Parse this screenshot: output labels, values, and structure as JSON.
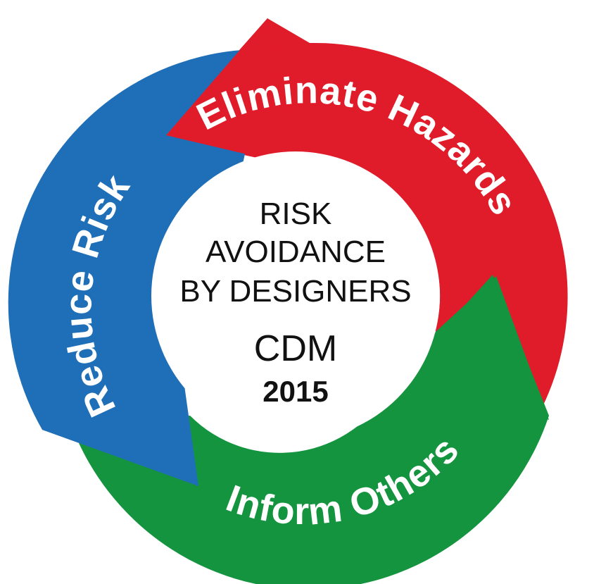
{
  "cycle": {
    "segments": [
      {
        "id": "eliminate",
        "label": "Eliminate Hazards",
        "color": "#e01b2a"
      },
      {
        "id": "inform",
        "label": "Inform Others",
        "color": "#14943f"
      },
      {
        "id": "reduce",
        "label": "Reduce Risk",
        "color": "#1f6fb8"
      }
    ]
  },
  "center": {
    "line1": "RISK",
    "line2": "AVOIDANCE",
    "line3": "BY DESIGNERS",
    "line4": "CDM",
    "line5": "2015"
  }
}
